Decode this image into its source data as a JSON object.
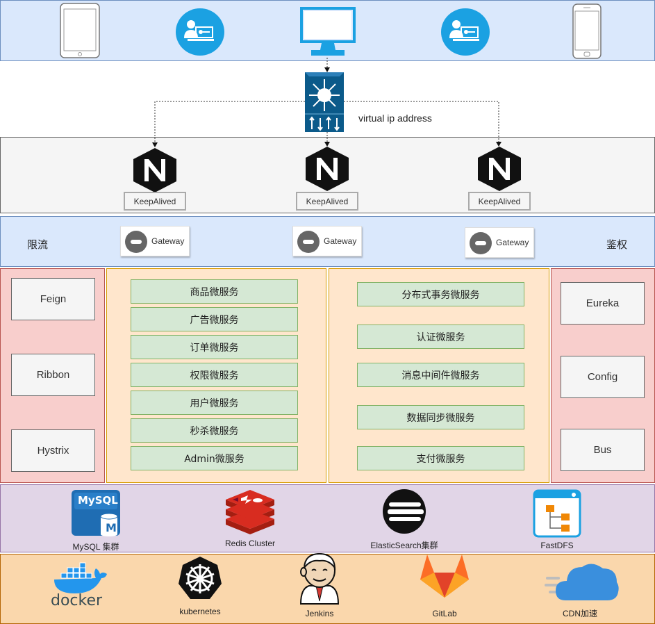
{
  "network": {
    "vip_label": "virtual ip address"
  },
  "nginx": {
    "nodes": [
      {
        "label": "KeepAlived"
      },
      {
        "label": "KeepAlived"
      },
      {
        "label": "KeepAlived"
      }
    ]
  },
  "gateway_layer": {
    "left_label": "限流",
    "right_label": "鉴权",
    "gateways": [
      {
        "label": "Gateway"
      },
      {
        "label": "Gateway"
      },
      {
        "label": "Gateway"
      }
    ]
  },
  "left_components": [
    "Feign",
    "Ribbon",
    "Hystrix"
  ],
  "services_col1": [
    "商品微服务",
    "广告微服务",
    "订单微服务",
    "权限微服务",
    "用户微服务",
    "秒杀微服务",
    "Admin微服务"
  ],
  "services_col2": [
    "分布式事务微服务",
    "认证微服务",
    "消息中间件微服务",
    "数据同步微服务",
    "支付微服务"
  ],
  "right_components": [
    "Eureka",
    "Config",
    "Bus"
  ],
  "storage": {
    "mysql_label": "MySQL 集群",
    "mysql_logo_text": "MySQL",
    "redis_label": "Redis Cluster",
    "es_label": "ElasticSearch集群",
    "fastdfs_label": "FastDFS"
  },
  "infra": {
    "docker_logo_text": "docker",
    "kubernetes_label": "kubernetes",
    "jenkins_label": "Jenkins",
    "gitlab_label": "GitLab",
    "cdn_label": "CDN加速"
  },
  "colors": {
    "blue_band": "#dae8fc",
    "grey_band": "#f5f5f5",
    "red_panel": "#f8cecc",
    "orange_panel": "#ffe6cc",
    "green_service": "#d5e8d4",
    "purple_band": "#e1d5e7",
    "infra_band": "#fad7ac",
    "client_icon_blue": "#1ba1e2",
    "nginx_black": "#111111"
  }
}
